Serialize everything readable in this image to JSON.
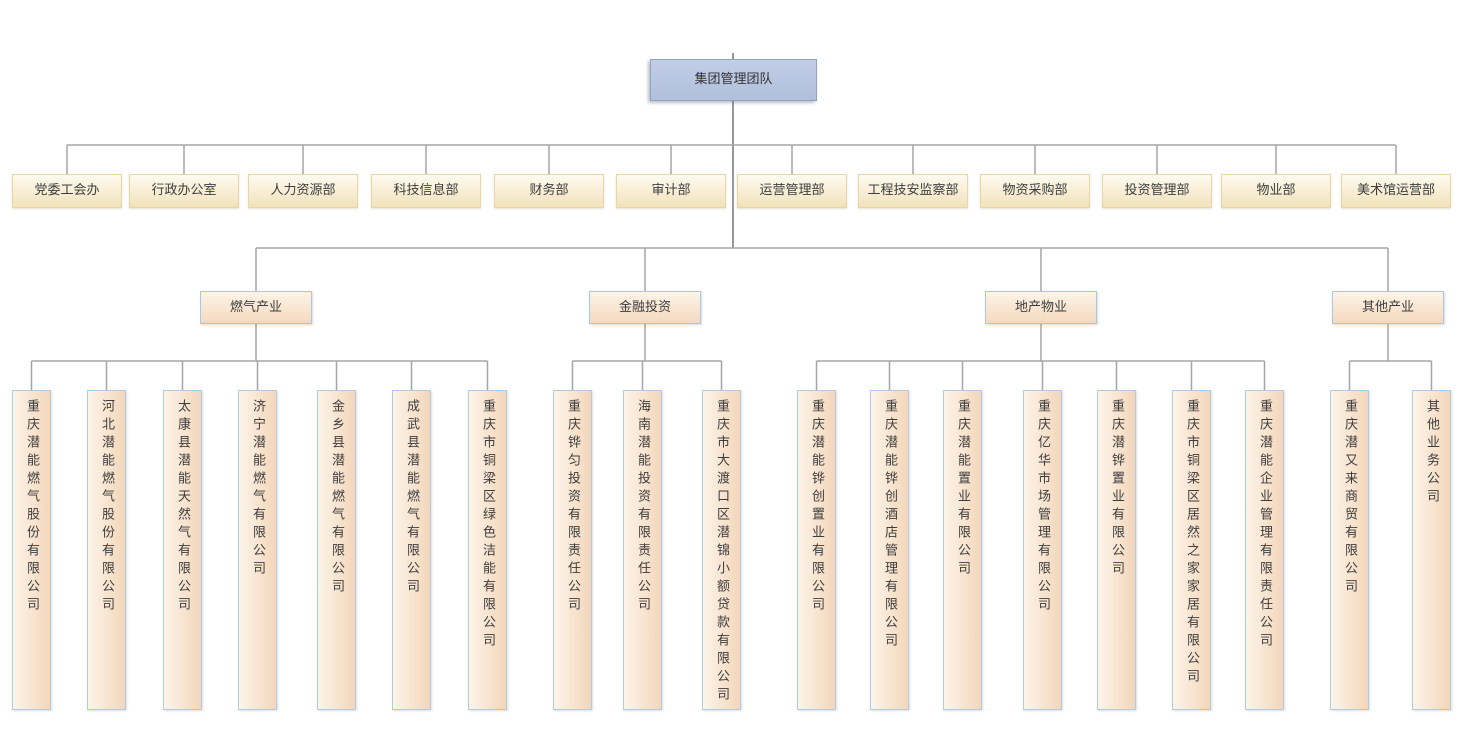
{
  "root": {
    "label": "集团管理团队"
  },
  "departments": [
    "党委工会办",
    "行政办公室",
    "人力资源部",
    "科技信息部",
    "财务部",
    "审计部",
    "运营管理部",
    "工程技安监察部",
    "物资采购部",
    "投资管理部",
    "物业部",
    "美术馆运营部"
  ],
  "groups": [
    {
      "label": "燃气产业",
      "companies": [
        "重庆潜能燃气股份有限公司",
        "河北潜能燃气股份有限公司",
        "太康县潜能天然气有限公司",
        "济宁潜能燃气有限公司",
        "金乡县潜能燃气有限公司",
        "成武县潜能燃气有限公司",
        "重庆市铜梁区绿色洁能有限公司"
      ]
    },
    {
      "label": "金融投资",
      "companies": [
        "重庆铧匀投资有限责任公司",
        "海南潜能投资有限责任公司",
        "重庆市大渡口区潜锦小额贷款有限公司"
      ]
    },
    {
      "label": "地产物业",
      "companies": [
        "重庆潜能铧创置业有限公司",
        "重庆潜能铧创酒店管理有限公司",
        "重庆潜能置业有限公司",
        "重庆亿华市场管理有限公司",
        "重庆潜铧置业有限公司",
        "重庆市铜梁区居然之家家居有限公司",
        "重庆潜能企业管理有限责任公司"
      ]
    },
    {
      "label": "其他产业",
      "companies": [
        "重庆潜又来商贸有限公司",
        "其他业务公司"
      ]
    }
  ],
  "colors": {
    "root_fill": "#b8c6e1",
    "root_border": "#8fa3c5",
    "dept_fill_top": "#fefaf0",
    "dept_fill_bottom": "#f2e2bb",
    "dept_border": "#e6d6a8",
    "peach_fill_light": "#fdf4e9",
    "peach_fill_dark": "#f3d6ba",
    "peach_border": "#b0cbe4",
    "connector": "#a0a0a0"
  }
}
